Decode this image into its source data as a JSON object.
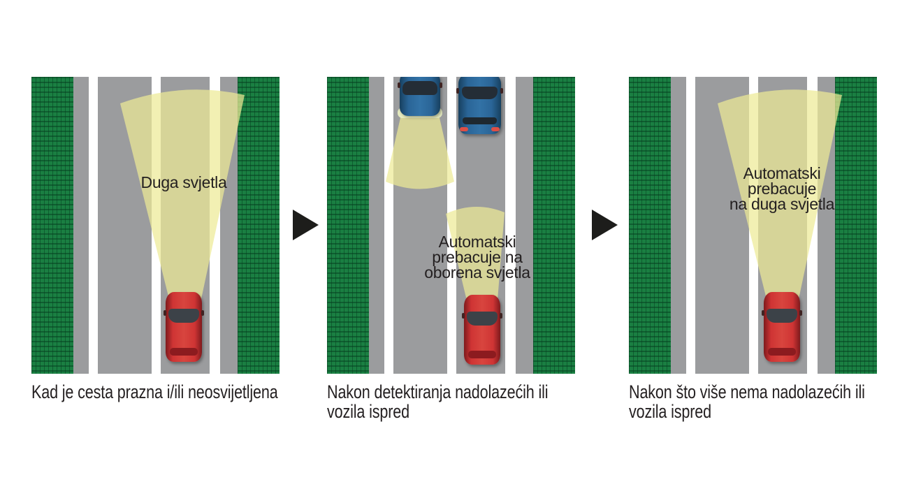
{
  "colors": {
    "background": "#ffffff",
    "road": "#9b9c9e",
    "lane-line": "#ffffff",
    "grass": "#1a7f42",
    "grass-dark": "rgba(4,60,30,0.5)",
    "beam": "rgba(237,234,150,0.72)",
    "glow": "#e9efc2",
    "text": "#231f20",
    "arrow": "#1d1d1b",
    "red-dark": "#7e1a1d",
    "glass": "#3c4248",
    "glass-blue": "#242d36",
    "blue-dark": "#17405f",
    "taillight": "#dd4f46"
  },
  "panels": [
    {
      "beam_label": "Duga svjetla",
      "caption": "Kad je cesta prazna i/ili neosvijetljena"
    },
    {
      "beam_label_lines": [
        "Automatski",
        "prebacuje na",
        "oborena svjetla"
      ],
      "caption": "Nakon detektiranja nadolazećih ili vozila ispred"
    },
    {
      "beam_label_lines": [
        "Automatski",
        "prebacuje",
        "na duga svjetla"
      ],
      "caption": "Nakon što više nema nadolazećih ili vozila ispred"
    }
  ]
}
